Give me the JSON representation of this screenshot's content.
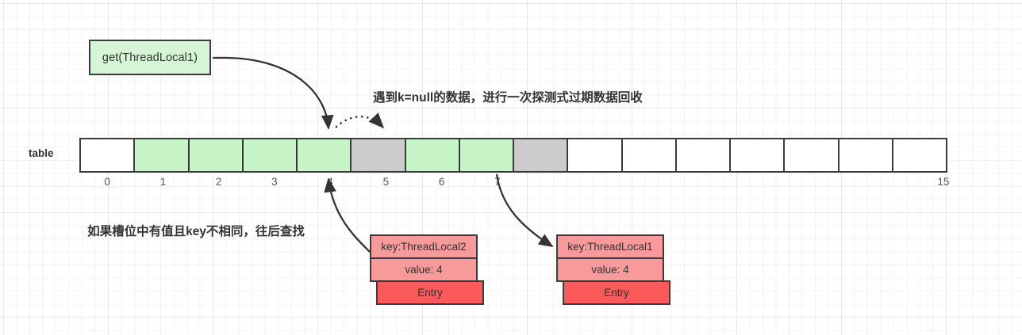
{
  "diagram": {
    "title_label": "table",
    "call_box": {
      "label": "get(ThreadLocal1)"
    },
    "notes": {
      "top": "遇到k=null的数据，进行一次探测式过期数据回收",
      "bottom": "如果槽位中有值且key不相同，往后查找"
    },
    "colors": {
      "green_slot": "#c7f5c7",
      "gray_slot": "#cccccc",
      "empty_slot": "#ffffff",
      "entry_fill": "#f89a9a",
      "entry_label_fill": "#fa5a5a",
      "stroke": "#3b3b3b"
    },
    "table": {
      "indices": [
        "0",
        "1",
        "2",
        "3",
        "4",
        "5",
        "6",
        "7",
        "",
        "",
        "",
        "",
        "",
        "",
        "",
        "15"
      ],
      "slots": [
        {
          "index": "0",
          "state": "white"
        },
        {
          "index": "1",
          "state": "green"
        },
        {
          "index": "2",
          "state": "green"
        },
        {
          "index": "3",
          "state": "green"
        },
        {
          "index": "4",
          "state": "green"
        },
        {
          "index": "5",
          "state": "gray"
        },
        {
          "index": "6",
          "state": "green"
        },
        {
          "index": "7",
          "state": "green"
        },
        {
          "index": "8",
          "state": "gray"
        },
        {
          "index": "9",
          "state": "white"
        },
        {
          "index": "10",
          "state": "white"
        },
        {
          "index": "11",
          "state": "white"
        },
        {
          "index": "12",
          "state": "white"
        },
        {
          "index": "13",
          "state": "white"
        },
        {
          "index": "14",
          "state": "white"
        },
        {
          "index": "15",
          "state": "white"
        }
      ]
    },
    "entries": [
      {
        "id": "entry-2",
        "key_label": "key:ThreadLocal2",
        "value_label": "value: 4",
        "type_label": "Entry"
      },
      {
        "id": "entry-1",
        "key_label": "key:ThreadLocal1",
        "value_label": "value: 4",
        "type_label": "Entry"
      }
    ]
  }
}
